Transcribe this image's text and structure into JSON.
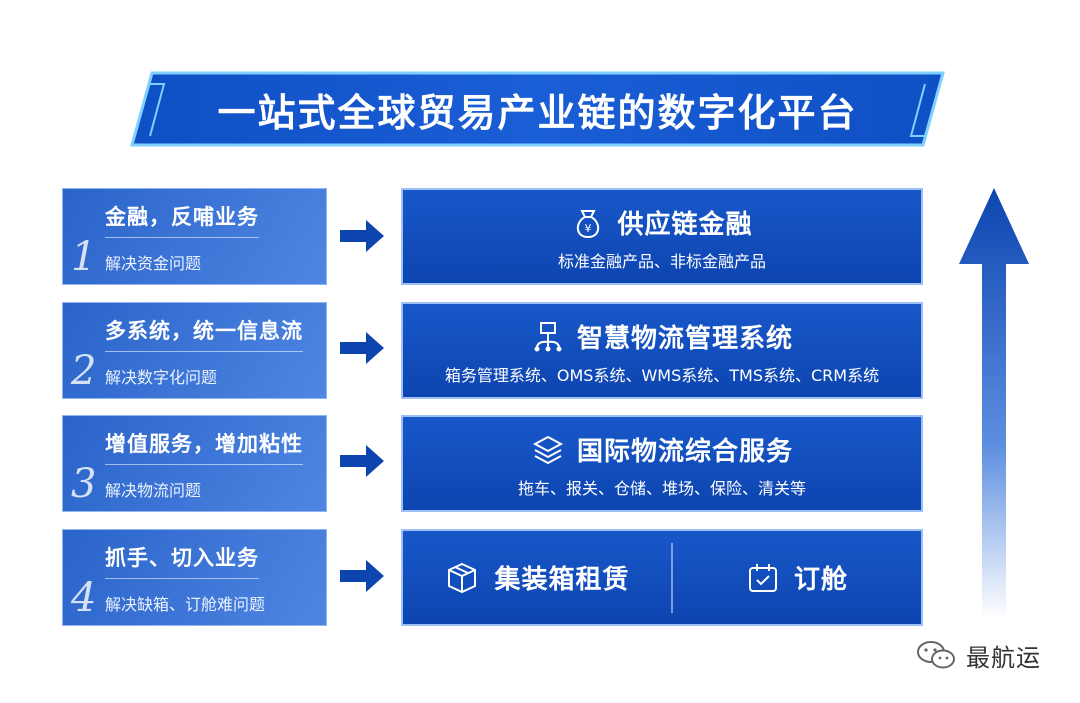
{
  "banner": {
    "title": "一站式全球贸易产业链的数字化平台"
  },
  "left_cards": [
    {
      "num": "1",
      "title": "金融，反哺业务",
      "sub": "解决资金问题"
    },
    {
      "num": "2",
      "title": "多系统，统一信息流",
      "sub": "解决数字化问题"
    },
    {
      "num": "3",
      "title": "增值服务，增加粘性",
      "sub": "解决物流问题"
    },
    {
      "num": "4",
      "title": "抓手、切入业务",
      "sub": "解决缺箱、订舱难问题"
    }
  ],
  "right_cards": [
    {
      "icon": "money-bag-icon",
      "title": "供应链金融",
      "sub": "标准金融产品、非标金融产品"
    },
    {
      "icon": "network-icon",
      "title": "智慧物流管理系统",
      "sub": "箱务管理系统、OMS系统、WMS系统、TMS系统、CRM系统"
    },
    {
      "icon": "layers-icon",
      "title": "国际物流综合服务",
      "sub": "拖车、报关、仓储、堆场、保险、清关等"
    }
  ],
  "bottom_card": {
    "left": {
      "icon": "box-icon",
      "label": "集装箱租赁"
    },
    "right": {
      "icon": "calendar-check-icon",
      "label": "订舱"
    }
  },
  "brand": {
    "icon": "wechat-icon",
    "name": "最航运"
  },
  "colors": {
    "primary": "#0d45b0",
    "accent": "#1857c9",
    "light": "#4f86e3",
    "border": "#9cc0f5"
  }
}
